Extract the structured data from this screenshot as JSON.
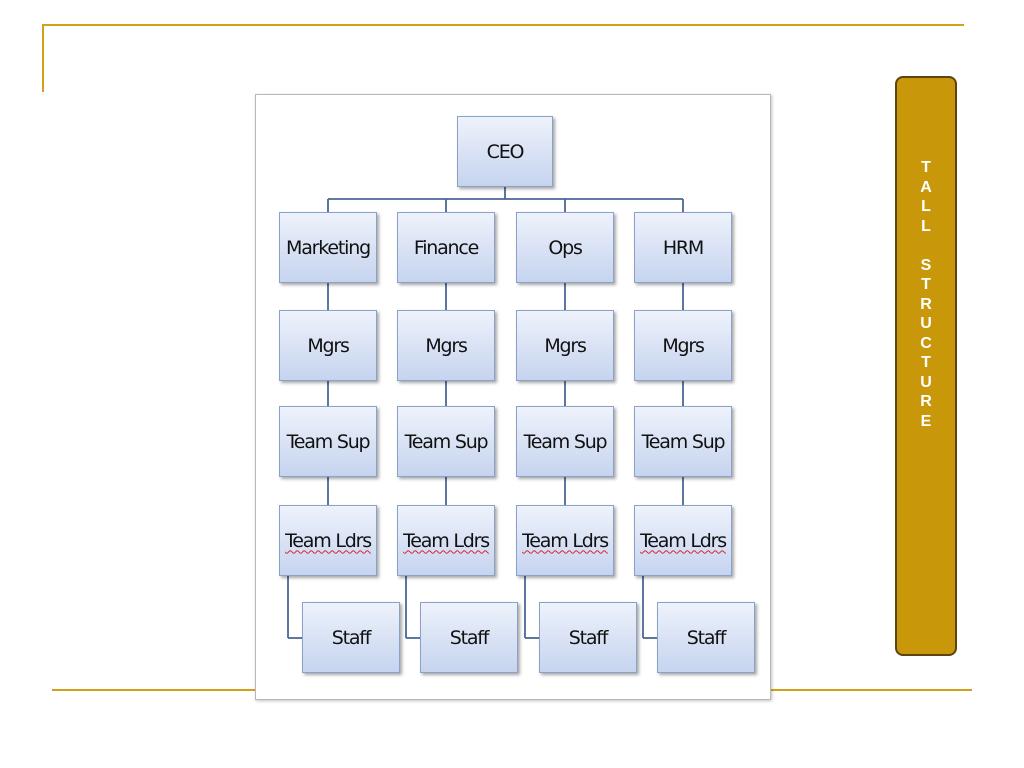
{
  "side_label": "TALL STRUCTURE",
  "org": {
    "root": "CEO",
    "departments": [
      {
        "name": "Marketing",
        "levels": [
          "Mgrs",
          "Team Sup",
          "Team Ldrs"
        ],
        "staff": "Staff"
      },
      {
        "name": "Finance",
        "levels": [
          "Mgrs",
          "Team Sup",
          "Team Ldrs"
        ],
        "staff": "Staff"
      },
      {
        "name": "Ops",
        "levels": [
          "Mgrs",
          "Team Sup",
          "Team Ldrs"
        ],
        "staff": "Staff"
      },
      {
        "name": "HRM",
        "levels": [
          "Mgrs",
          "Team Sup",
          "Team Ldrs"
        ],
        "staff": "Staff"
      }
    ]
  },
  "colors": {
    "accent": "#d4a017",
    "side_box": "#c9970a",
    "node_fill": "#c6d4ef",
    "connector": "#4b6796"
  }
}
